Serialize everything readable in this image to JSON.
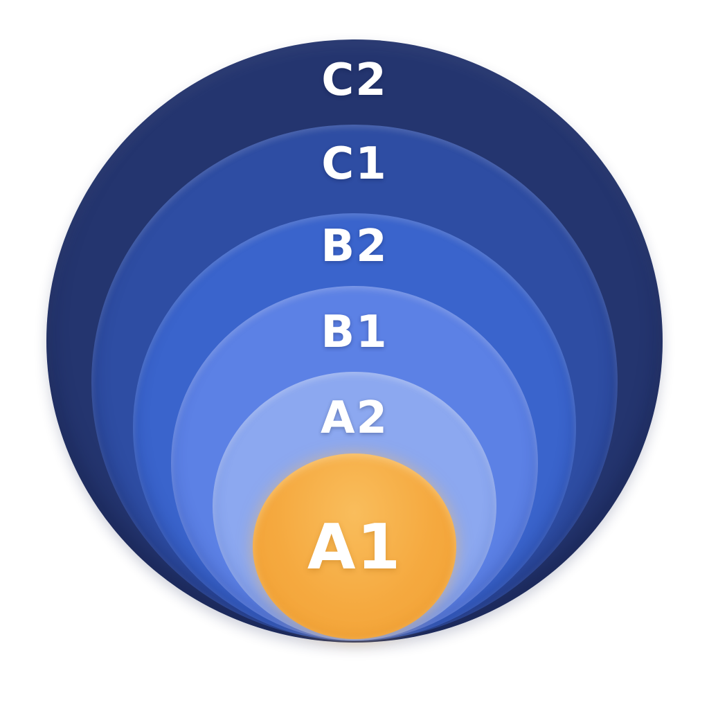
{
  "diagram": {
    "type": "nested-circles",
    "background": "#ffffff",
    "text_color": "#ffffff",
    "levels": [
      {
        "label": "C2",
        "color": "#24356f"
      },
      {
        "label": "C1",
        "color": "#2e4da3"
      },
      {
        "label": "B2",
        "color": "#3a64cc"
      },
      {
        "label": "B1",
        "color": "#5c81e5"
      },
      {
        "label": "A2",
        "color": "#8ca8f0"
      },
      {
        "label": "A1",
        "color": "#f5a93f",
        "gradient": [
          "#f9bd5c",
          "#f5a93f",
          "#f2a134"
        ]
      }
    ]
  }
}
